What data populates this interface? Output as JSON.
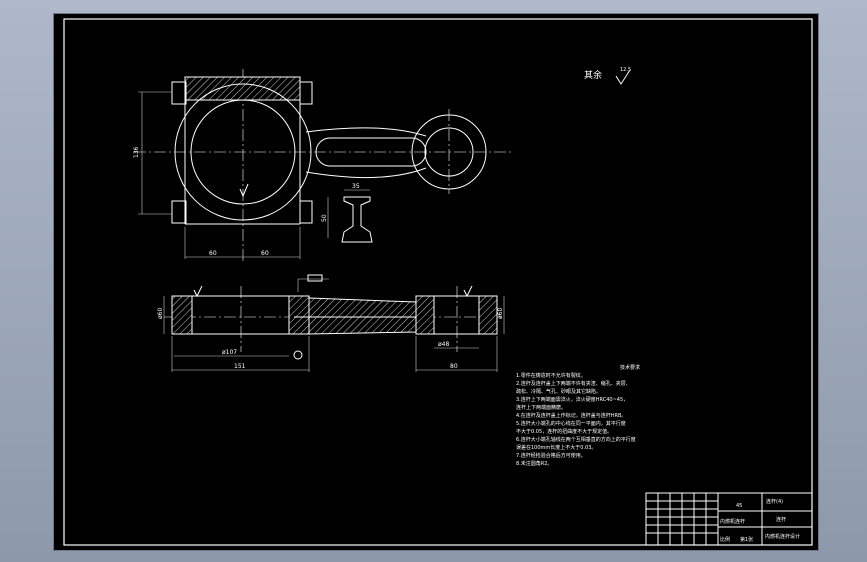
{
  "drawing": {
    "surface_finish": {
      "label": "其余",
      "value": "12.5"
    },
    "dimensions": {
      "height_136": "136",
      "half_width_left": "60",
      "half_width_right": "60",
      "section_width": "35",
      "section_height": "50",
      "bore_big": "ø107",
      "bore_small": "ø48",
      "overall_151": "151",
      "end_80": "80",
      "thickness_left": "ø60",
      "thickness_right": "ø60"
    },
    "tech_req_title": "技术要求",
    "tech_req_lines": [
      "1.零件在铸造时不允许有裂纹。",
      "2.连杆及连杆盖上下两端不许有夹渣、缩孔、夹层、",
      "  疏松、冷隔、气孔、砂眼及其它缺陷。",
      "3.连杆上下两端面需淬火，淬火硬度HRC40~45，",
      "  连杆上下两端面精磨。",
      "4.在连杆及连杆盖上作标记，连杆盖与连杆HRB。",
      "5.连杆大小端孔的中心线在同一平面内，其平行度",
      "  不大于0.05，连杆的扭曲度不大于规定值。",
      "6.连杆大小端孔轴线在两个互相垂直的方向上的平行度",
      "  误差在100mm长度上不大于0.03。",
      "7.连杆经检验合格后方可使用。",
      "8.未注圆角R2。"
    ],
    "title_block": {
      "material": "45",
      "drawing_no": "连杆(4)",
      "part_name": "连杆",
      "company": "内燃机连杆设计",
      "sub_title": "内燃机连杆",
      "scale": "比例",
      "sheet": "第1张"
    }
  }
}
